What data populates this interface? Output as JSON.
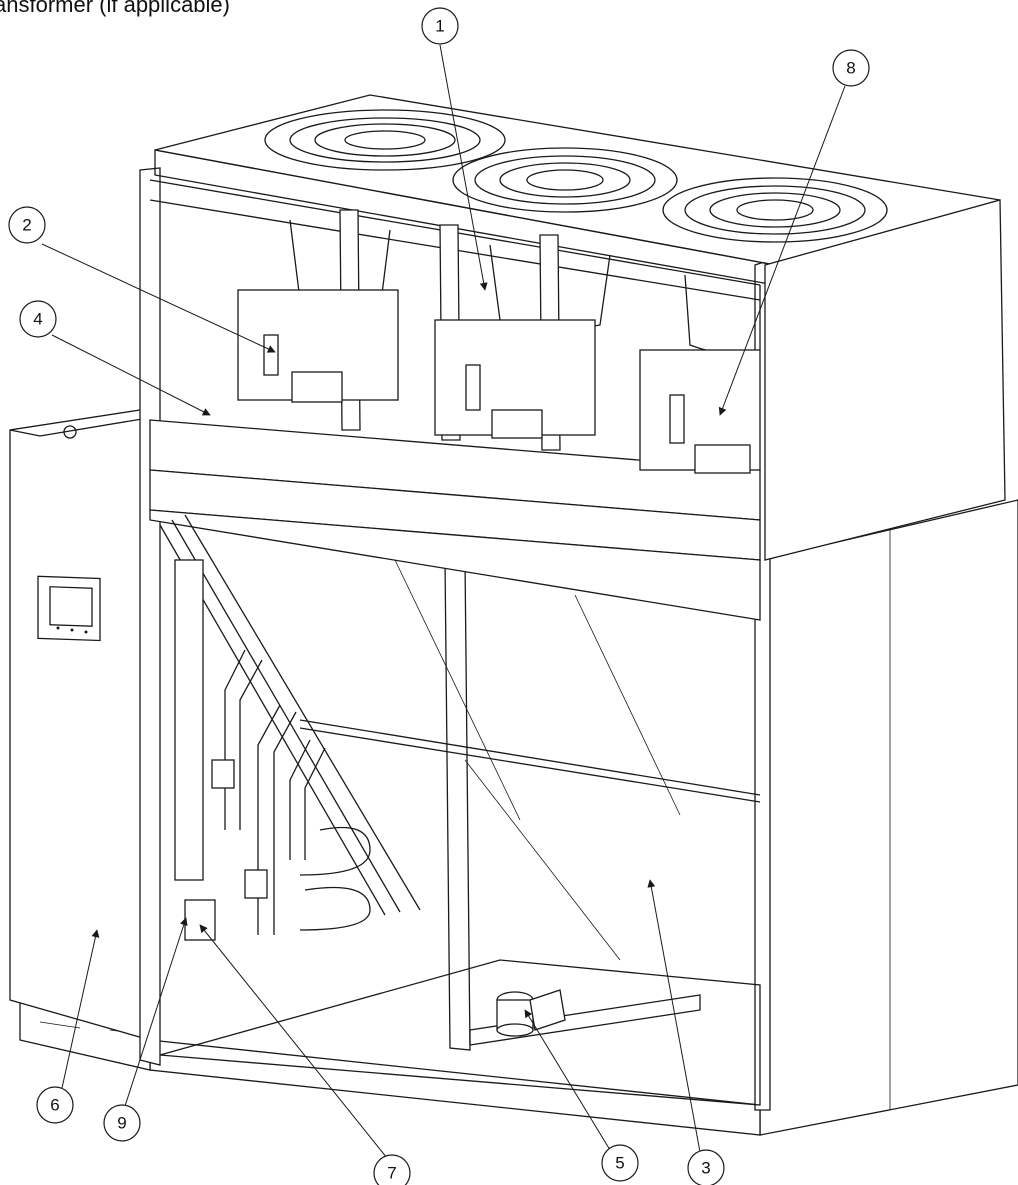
{
  "caption": "ansformer (if applicable)",
  "callouts": [
    {
      "label": "1"
    },
    {
      "label": "2"
    },
    {
      "label": "3"
    },
    {
      "label": "4"
    },
    {
      "label": "5"
    },
    {
      "label": "6"
    },
    {
      "label": "7"
    },
    {
      "label": "8"
    },
    {
      "label": "9"
    }
  ]
}
